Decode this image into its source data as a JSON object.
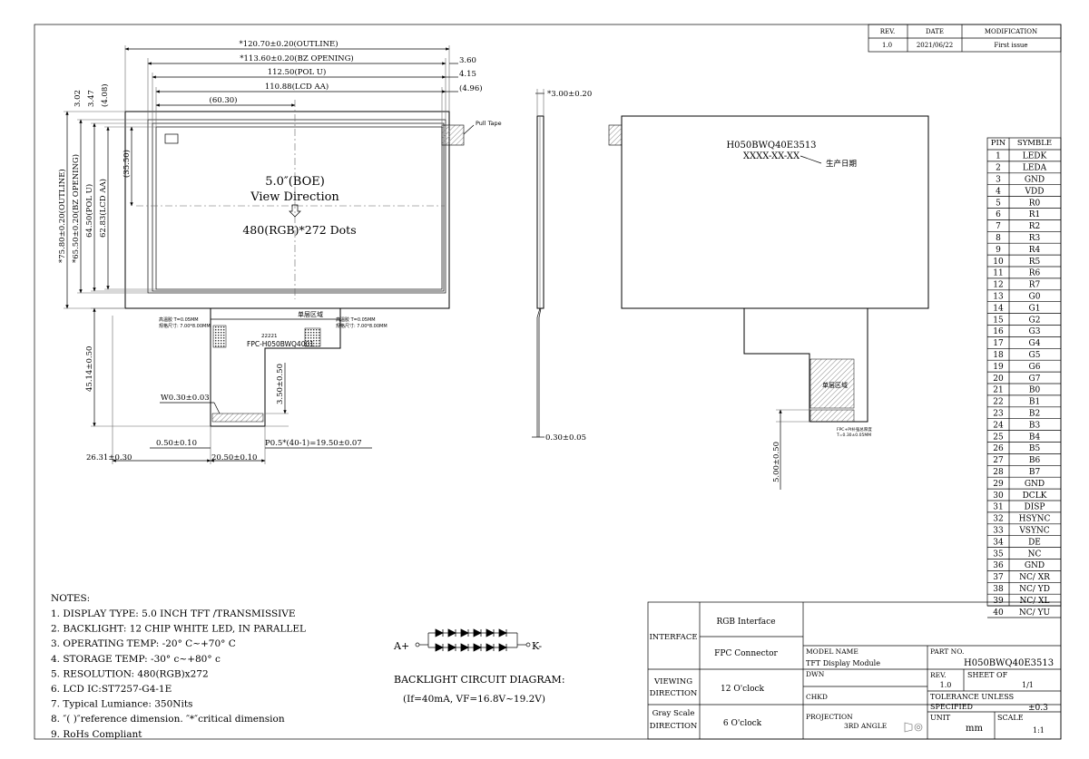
{
  "revision_table": {
    "headers": [
      "REV.",
      "DATE",
      "MODIFICATION"
    ],
    "rows": [
      [
        "1.0",
        "2021/06/22",
        "First issue"
      ]
    ]
  },
  "front_view": {
    "dim_outline_w": "*120.70±0.20(OUTLINE)",
    "dim_bz_w": "*113.60±0.20(BZ OPENING)",
    "dim_pol_w": "112.50(POL U)",
    "dim_lcd_w": "110.88(LCD AA)",
    "dim_center_w": "(60.30)",
    "dim_right_1": "3.60",
    "dim_right_2": "4.15",
    "dim_right_3": "(4.96)",
    "dim_top_1": "3.02",
    "dim_top_2": "3.47",
    "dim_top_3": "(4.08)",
    "dim_outline_h": "*75.80±0.20(OUTLINE)",
    "dim_bz_h": "*65.50±0.20(BZ OPENING)",
    "dim_pol_h": "64.50(POL U)",
    "dim_lcd_h": "62.83(LCD AA)",
    "dim_center_h": "(35.50)",
    "pull_tape": "Pull Tape",
    "size_label": "5.0″(BOE)",
    "view_direction": "View Direction",
    "resolution_label": "480(RGB)*272 Dots",
    "fpc_single_layer": "单层区域",
    "fpc_name": "FPC-H050BWQ4001",
    "fpc_tiny_code": "22221",
    "stiffener_left": "高温胶 T=0.05MM",
    "stiffener_left_2": "规格尺寸: 7.00*8.00MM",
    "stiffener_right": "高温胶 T=0.05MM",
    "stiffener_right_2": "规格尺寸: 7.00*8.00MM",
    "dim_fpc_len": "45.14±0.50",
    "dim_fpc_tail": "3.50±0.50",
    "dim_width_trace": "W0.30±0.03",
    "dim_pitch": "P0.5*(40-1)=19.50±0.07",
    "dim_pin_offset": "0.50±0.10",
    "dim_left_offset": "26.31±0.30",
    "dim_conn_w": "20.50±0.10"
  },
  "side_view": {
    "dim_thickness": "*3.00±0.20",
    "dim_fpc_thickness": "0.30±0.05"
  },
  "back_view": {
    "model": "H050BWQ40E3513",
    "date_code": "XXXX-XX-XX",
    "date_label": "生产日期",
    "single_layer": "单层区域",
    "stiffener_note": "FPC+PI补强总厚度",
    "stiffener_note_2": "T=0.30±0.05MM",
    "dim_tail": "5.00±0.50"
  },
  "pin_table": {
    "headers": [
      "PIN",
      "SYMBLE"
    ],
    "rows": [
      [
        "1",
        "LEDK"
      ],
      [
        "2",
        "LEDA"
      ],
      [
        "3",
        "GND"
      ],
      [
        "4",
        "VDD"
      ],
      [
        "5",
        "R0"
      ],
      [
        "6",
        "R1"
      ],
      [
        "7",
        "R2"
      ],
      [
        "8",
        "R3"
      ],
      [
        "9",
        "R4"
      ],
      [
        "10",
        "R5"
      ],
      [
        "11",
        "R6"
      ],
      [
        "12",
        "R7"
      ],
      [
        "13",
        "G0"
      ],
      [
        "14",
        "G1"
      ],
      [
        "15",
        "G2"
      ],
      [
        "16",
        "G3"
      ],
      [
        "17",
        "G4"
      ],
      [
        "18",
        "G5"
      ],
      [
        "19",
        "G6"
      ],
      [
        "20",
        "G7"
      ],
      [
        "21",
        "B0"
      ],
      [
        "22",
        "B1"
      ],
      [
        "23",
        "B2"
      ],
      [
        "24",
        "B3"
      ],
      [
        "25",
        "B4"
      ],
      [
        "26",
        "B5"
      ],
      [
        "27",
        "B6"
      ],
      [
        "28",
        "B7"
      ],
      [
        "29",
        "GND"
      ],
      [
        "30",
        "DCLK"
      ],
      [
        "31",
        "DISP"
      ],
      [
        "32",
        "HSYNC"
      ],
      [
        "33",
        "VSYNC"
      ],
      [
        "34",
        "DE"
      ],
      [
        "35",
        "NC"
      ],
      [
        "36",
        "GND"
      ],
      [
        "37",
        "NC/ XR"
      ],
      [
        "38",
        "NC/ YD"
      ],
      [
        "39",
        "NC/ XL"
      ],
      [
        "40",
        "NC/ YU"
      ]
    ]
  },
  "notes": {
    "title": "NOTES:",
    "items": [
      "1. DISPLAY TYPE: 5.0 INCH TFT /TRANSMISSIVE",
      "2. BACKLIGHT: 12 CHIP WHITE LED, IN PARALLEL",
      "3. OPERATING TEMP: -20° C~+70° C",
      "4. STORAGE TEMP: -30° c~+80° c",
      "5. RESOLUTION: 480(RGB)x272",
      "6. LCD IC:ST7257-G4-1E",
      "7. Typical Lumiance: 350Nits",
      "8. ″( )″reference dimension. ″*″critical dimension",
      "9. RoHs Compliant"
    ]
  },
  "backlight": {
    "anode": "A+",
    "cathode": "K-",
    "title": "BACKLIGHT CIRCUIT DIAGRAM:",
    "spec": "(If=40mA,  VF=16.8V~19.2V)"
  },
  "title_block": {
    "interface_label": "INTERFACE",
    "interface_1": "RGB Interface",
    "interface_2": "FPC Connector",
    "viewing_label_1": "VIEWING",
    "viewing_label_2": "DIRECTION",
    "viewing_value": "12 O'clock",
    "gray_label_1": "Gray Scale",
    "gray_label_2": "DIRECTION",
    "gray_value": "6 O'clock",
    "model_name_label": "MODEL NAME",
    "model_name": "TFT Display Module",
    "part_no_label": "PART NO.",
    "part_no": "H050BWQ40E3513",
    "dwn_label": "DWN",
    "rev_label": "REV.",
    "rev_value": "1.0",
    "sheet_label": "SHEET OF",
    "sheet_value": "1/1",
    "chkd_label": "CHKD",
    "tolerance_label_1": "TOLERANCE UNLESS",
    "tolerance_label_2": "SPECIFIED",
    "tolerance_value": "±0.3",
    "projection_label": "PROJECTION",
    "projection_value": "3RD ANGLE",
    "unit_label": "UNIT",
    "unit_value": "mm",
    "scale_label": "SCALE",
    "scale_value": "1:1"
  }
}
